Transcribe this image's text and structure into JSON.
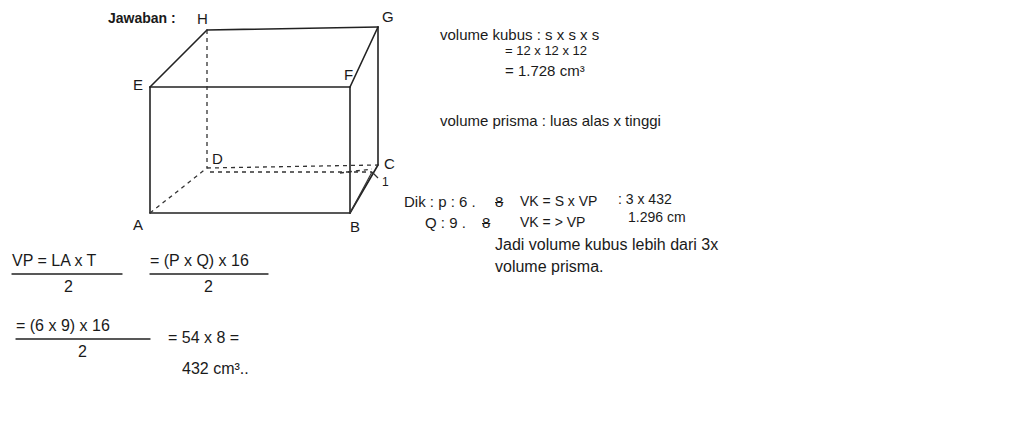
{
  "diagram": {
    "labels": [
      "Jawaban :",
      "H",
      "G",
      "E",
      "F",
      "D",
      "C",
      "A",
      "B",
      "1",
      "volume kubus : s x s x s",
      "= 12 x 12 x 12",
      "= 1.728 cm³",
      "volume prisma : luas alas x tinggi",
      "Dik : p : 6 .",
      "8",
      "Q : 9 .",
      "8",
      "VK = S x VP",
      ": 3 x 432",
      "1.296 cm",
      "VK = > VP",
      "Jadi volume kubus lebih dari 3x",
      "volume prisma.",
      "VP = LA x T",
      "2",
      "= (P x Q) x 16",
      "2",
      "= (6 x 9) x 16",
      "2",
      "= 54 x 8 =",
      "432 cm³.."
    ]
  }
}
